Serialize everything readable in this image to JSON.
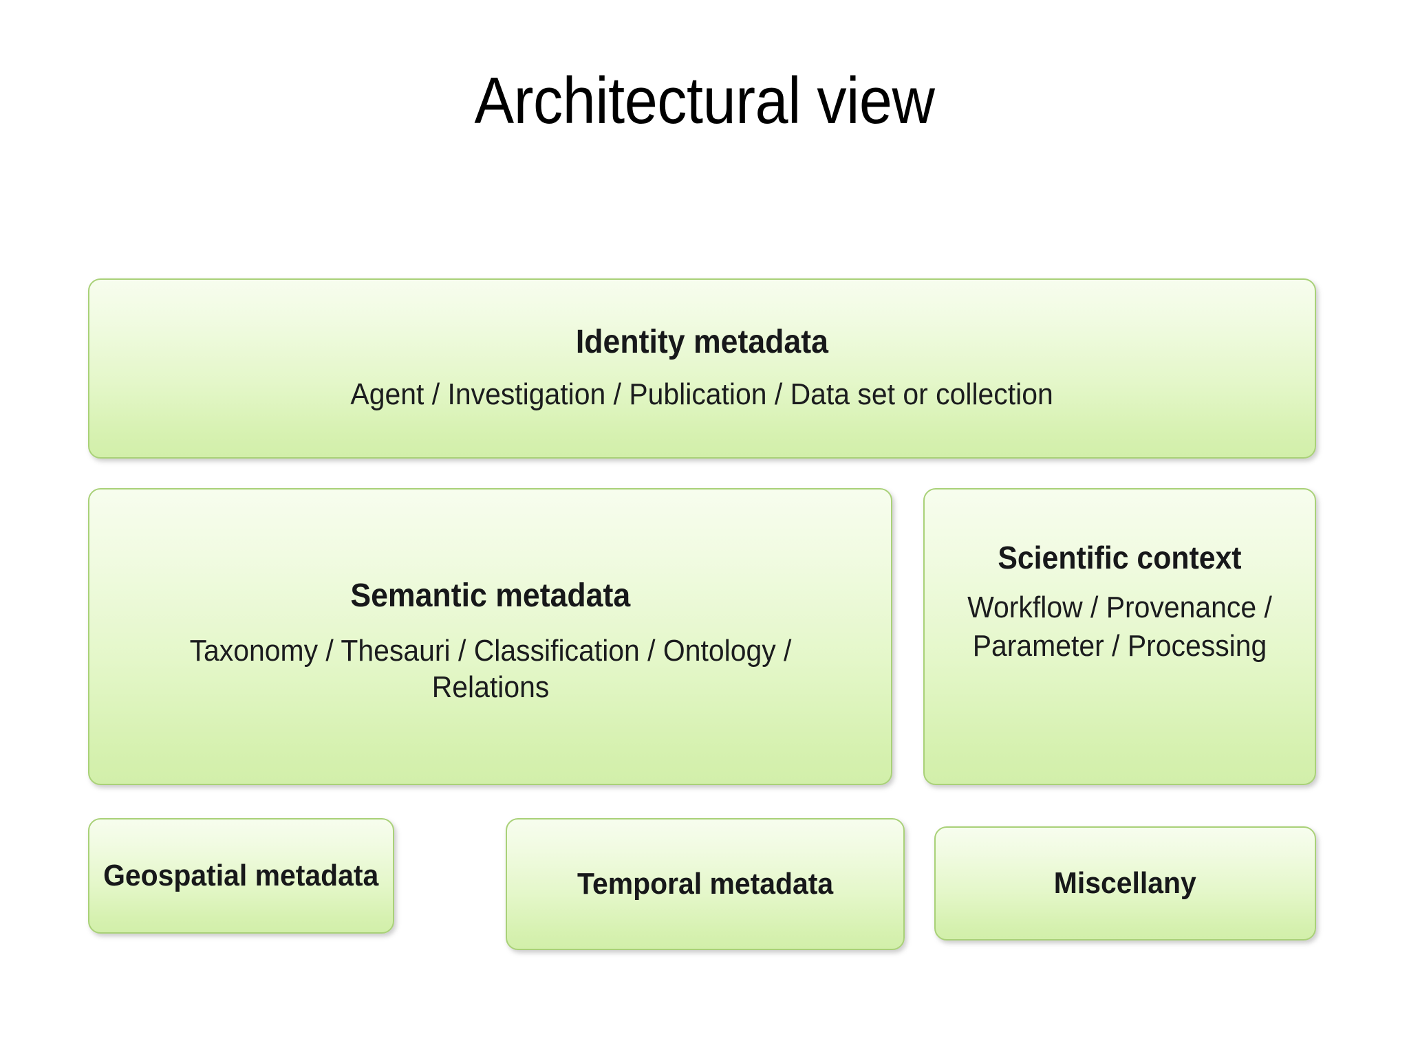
{
  "slide": {
    "title": "Architectural view",
    "background_color": "#ffffff"
  },
  "theme": {
    "panel_border_color": "#a9d178",
    "panel_gradient_top": "#f7fdee",
    "panel_gradient_bottom": "#d2efaa",
    "text_color": "#17181a"
  },
  "panels": {
    "identity": {
      "title": "Identity metadata",
      "subtitle": "Agent / Investigation / Publication / Data set or collection"
    },
    "semantic": {
      "title": "Semantic metadata",
      "subtitle": "Taxonomy / Thesauri / Classification / Ontology / Relations"
    },
    "science": {
      "title": "Scientific context",
      "subtitle": "Workflow / Provenance / Parameter / Processing"
    },
    "geospatial": {
      "title": "Geospatial metadata"
    },
    "temporal": {
      "title": "Temporal metadata"
    },
    "miscellany": {
      "title": "Miscellany"
    }
  }
}
